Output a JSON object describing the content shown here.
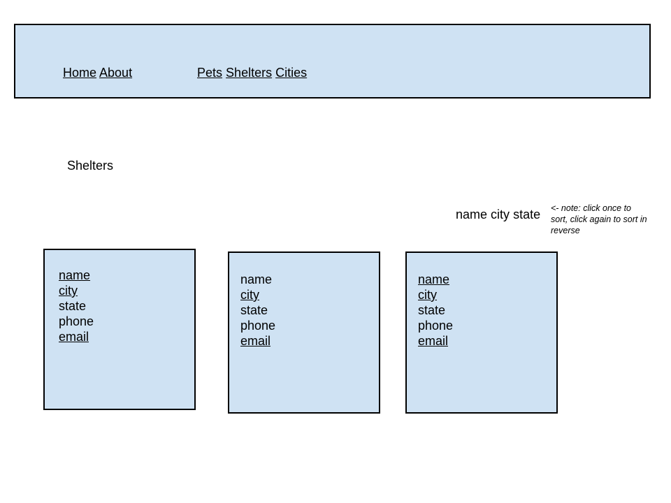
{
  "nav": {
    "left": [
      "Home",
      "About"
    ],
    "right": [
      "Pets",
      "Shelters",
      "Cities"
    ]
  },
  "page_title": "Shelters",
  "sort": {
    "options": [
      "name",
      "city",
      "state"
    ],
    "note": "<- note: click once to sort, click again to sort in reverse"
  },
  "cards": [
    {
      "name": "name",
      "city": "city",
      "state": "state",
      "phone": "phone",
      "email": "email"
    },
    {
      "name": "name",
      "city": "city",
      "state": "state",
      "phone": "phone",
      "email": "email"
    },
    {
      "name": "name",
      "city": "city",
      "state": "state",
      "phone": "phone",
      "email": "email"
    }
  ],
  "colors": {
    "panel_fill": "#cfe2f3",
    "border": "#000000"
  }
}
